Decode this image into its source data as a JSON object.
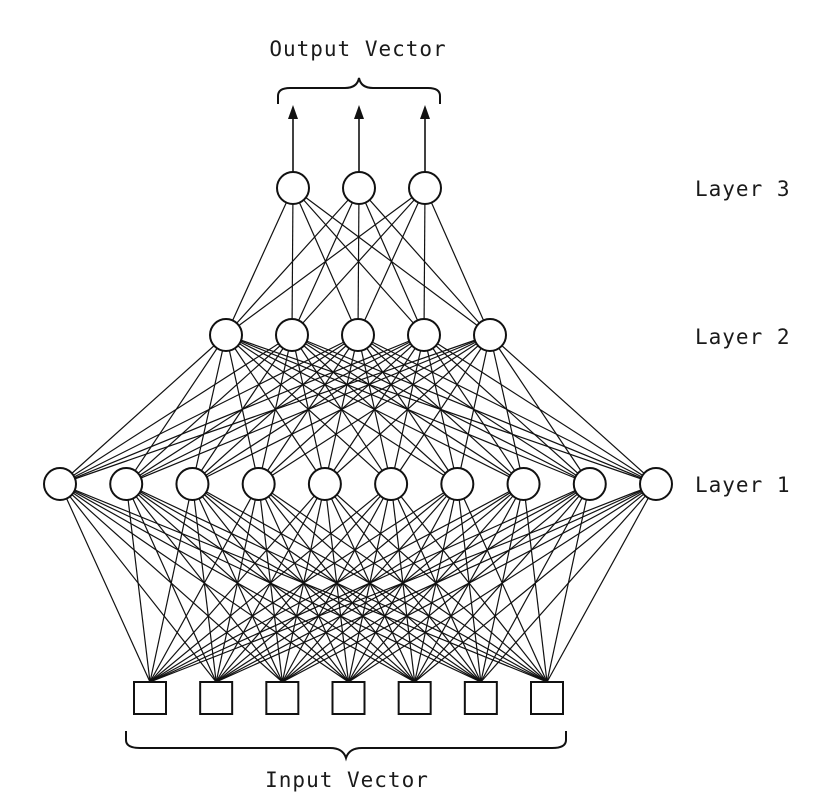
{
  "labels": {
    "output": "Output Vector",
    "input": "Input Vector",
    "layer3": "Layer 3",
    "layer2": "Layer 2",
    "layer1": "Layer 1"
  },
  "network": {
    "input_nodes": 7,
    "layer1_nodes": 10,
    "layer2_nodes": 5,
    "layer3_nodes": 3,
    "output_arrows": 3,
    "fully_connected": true
  }
}
